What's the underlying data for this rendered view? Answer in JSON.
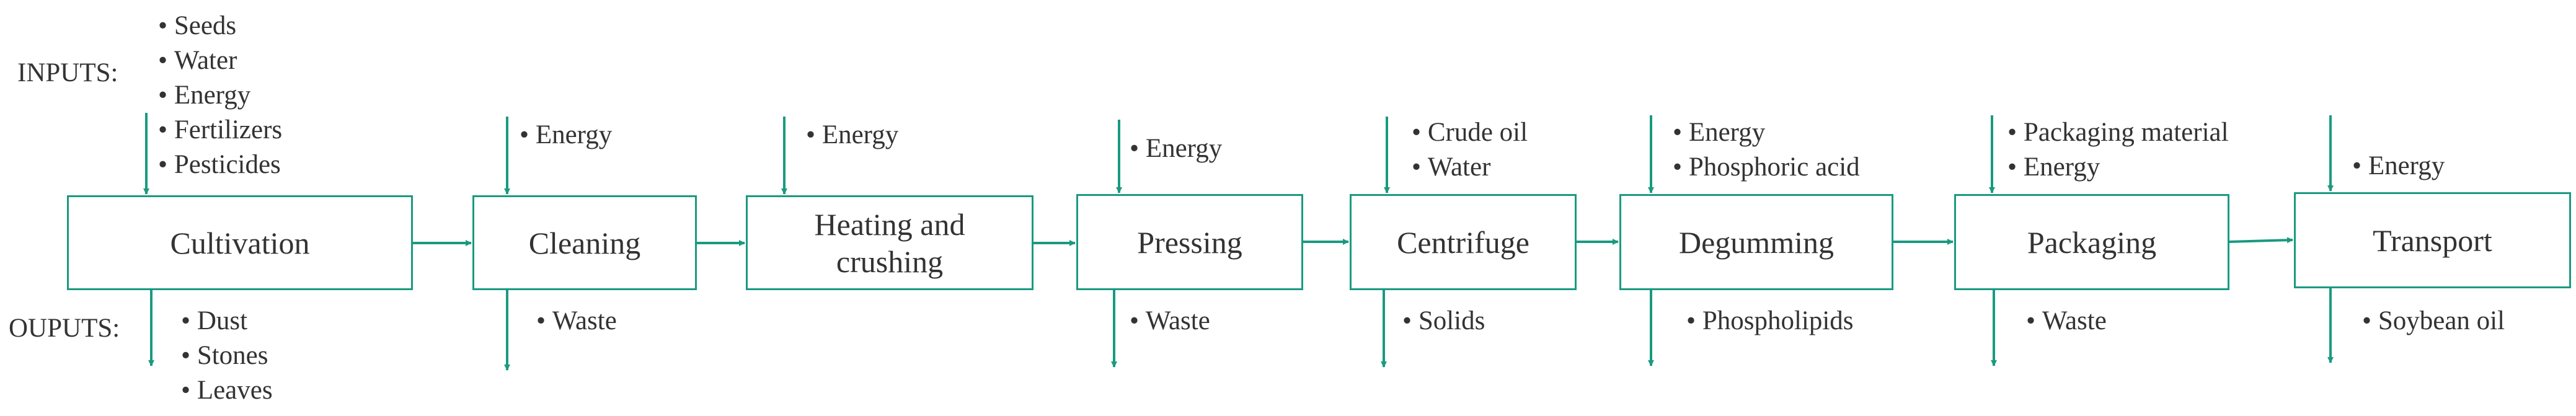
{
  "colors": {
    "accent": "#1a9a80",
    "text": "#333333",
    "background": "#ffffff"
  },
  "labels": {
    "inputs": "INPUTS:",
    "outputs": "OUPUTS:"
  },
  "steps": [
    {
      "name": "Cultivation",
      "inputs": [
        "Seeds",
        "Water",
        "Energy",
        "Fertilizers",
        "Pesticides"
      ],
      "outputs": [
        "Dust",
        "Stones",
        "Leaves"
      ]
    },
    {
      "name": "Cleaning",
      "inputs": [
        "Energy"
      ],
      "outputs": [
        "Waste"
      ]
    },
    {
      "name": "Heating and crushing",
      "name_lines": [
        "Heating and",
        "crushing"
      ],
      "inputs": [
        "Energy"
      ],
      "outputs": []
    },
    {
      "name": "Pressing",
      "inputs": [
        "Energy"
      ],
      "outputs": [
        "Waste"
      ]
    },
    {
      "name": "Centrifuge",
      "inputs": [
        "Crude oil",
        "Water"
      ],
      "outputs": [
        "Solids"
      ]
    },
    {
      "name": "Degumming",
      "inputs": [
        "Energy",
        "Phosphoric acid"
      ],
      "outputs": [
        "Phospholipids"
      ]
    },
    {
      "name": "Packaging",
      "inputs": [
        "Packaging material",
        "Energy"
      ],
      "outputs": [
        "Waste"
      ]
    },
    {
      "name": "Transport",
      "inputs": [
        "Energy"
      ],
      "outputs": [
        "Soybean oil"
      ]
    }
  ]
}
